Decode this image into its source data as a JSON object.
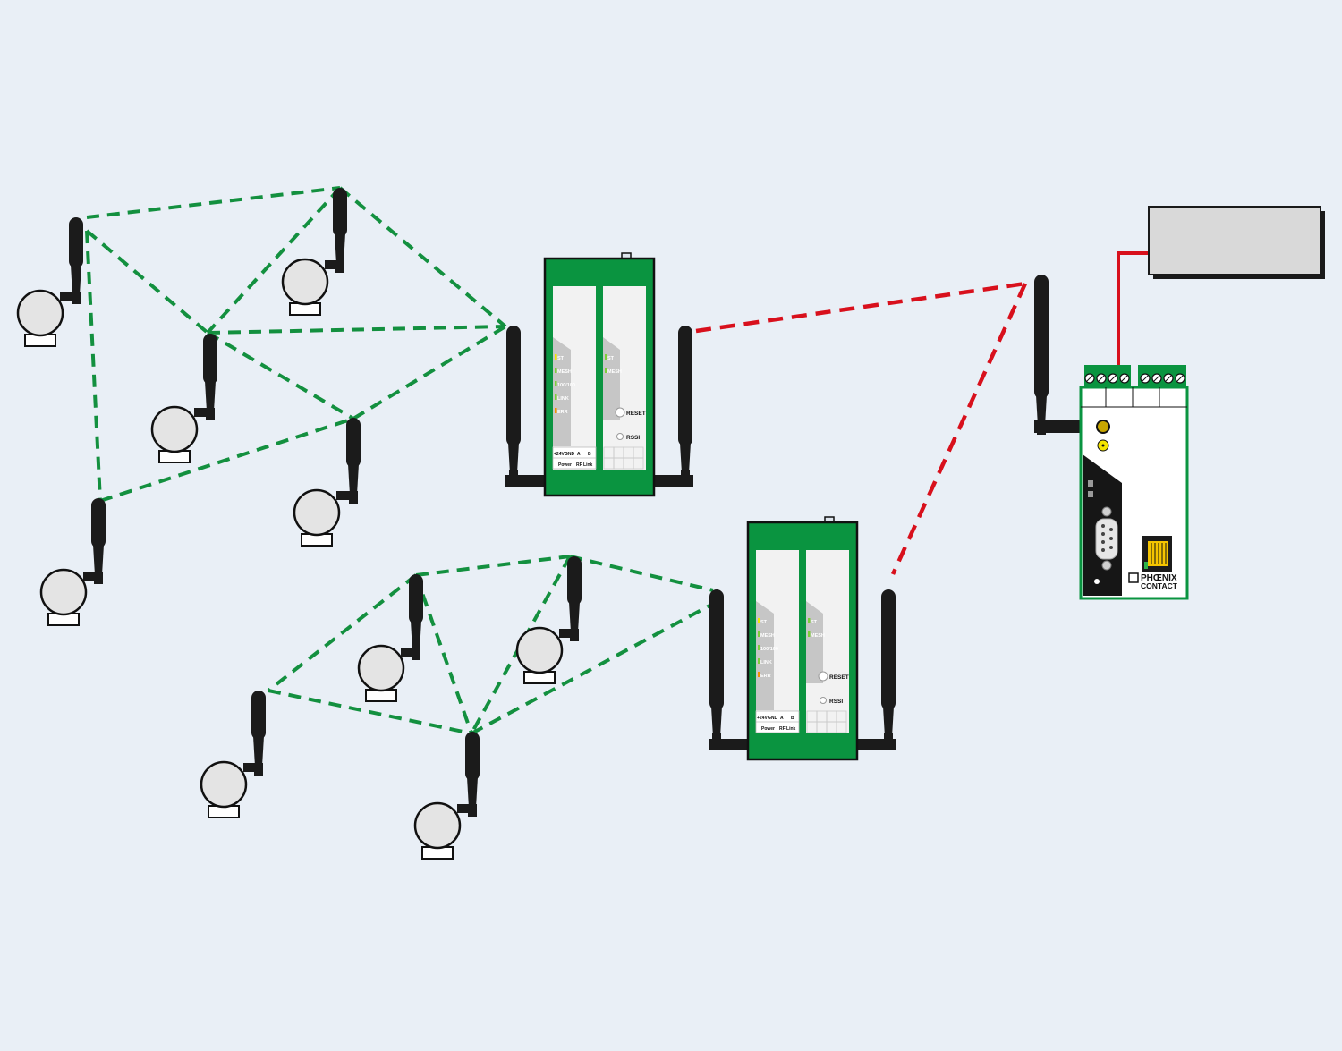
{
  "colors": {
    "background": "#e9eff6",
    "mesh_link": "#13903f",
    "backbone_link": "#d8101c",
    "device_green": "#0a9440",
    "antenna": "#1b1b1b",
    "wire": "#d8101c"
  },
  "gateway_module": {
    "led_labels": [
      "ST",
      "MESH",
      "100/100",
      "LINK",
      "ERR"
    ],
    "reset_label": "RESET",
    "rssi_label": "RSSI",
    "terminal_labels": [
      "+24V",
      "GND",
      "A",
      "B"
    ],
    "group_labels": [
      "Power",
      "RF Link"
    ]
  },
  "controller": {
    "brand_line1": "PHŒNIX",
    "brand_line2": "CONTACT"
  },
  "icons": {
    "sensor": "sensor-node-icon",
    "antenna": "antenna-icon",
    "serial_port": "db9-connector-icon",
    "network_port": "rj45-port-icon",
    "host": "host-computer-icon"
  }
}
